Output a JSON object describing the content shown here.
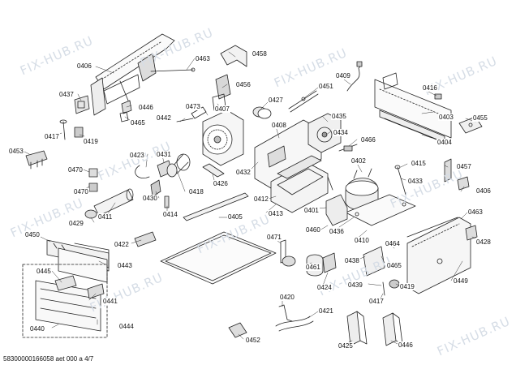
{
  "watermark": "FIX-HUB.RU",
  "footer": "58300000166058 aet 000 a 4/7",
  "part_numbers": [
    "0406",
    "0463",
    "0458",
    "0437",
    "0446",
    "0465",
    "0417",
    "0419",
    "0456",
    "0407",
    "0442",
    "0473",
    "0427",
    "0451",
    "0409",
    "0416",
    "0403",
    "0453",
    "0455",
    "0408",
    "0435",
    "0434",
    "0423",
    "0431",
    "0466",
    "0404",
    "0470",
    "0457",
    "0402",
    "0415",
    "0470",
    "0433",
    "0406",
    "0432",
    "0426",
    "0418",
    "0430",
    "0414",
    "0412",
    "0413",
    "0401",
    "0429",
    "0411",
    "0405",
    "0463",
    "0450",
    "0436",
    "0460",
    "0428",
    "0422",
    "0410",
    "0464",
    "0471",
    "0438",
    "0465",
    "0443",
    "0445",
    "0461",
    "0439",
    "0419",
    "0449",
    "0424",
    "0441",
    "0417",
    "0420",
    "0421",
    "0440",
    "0444",
    "0425",
    "0446",
    "0452"
  ]
}
